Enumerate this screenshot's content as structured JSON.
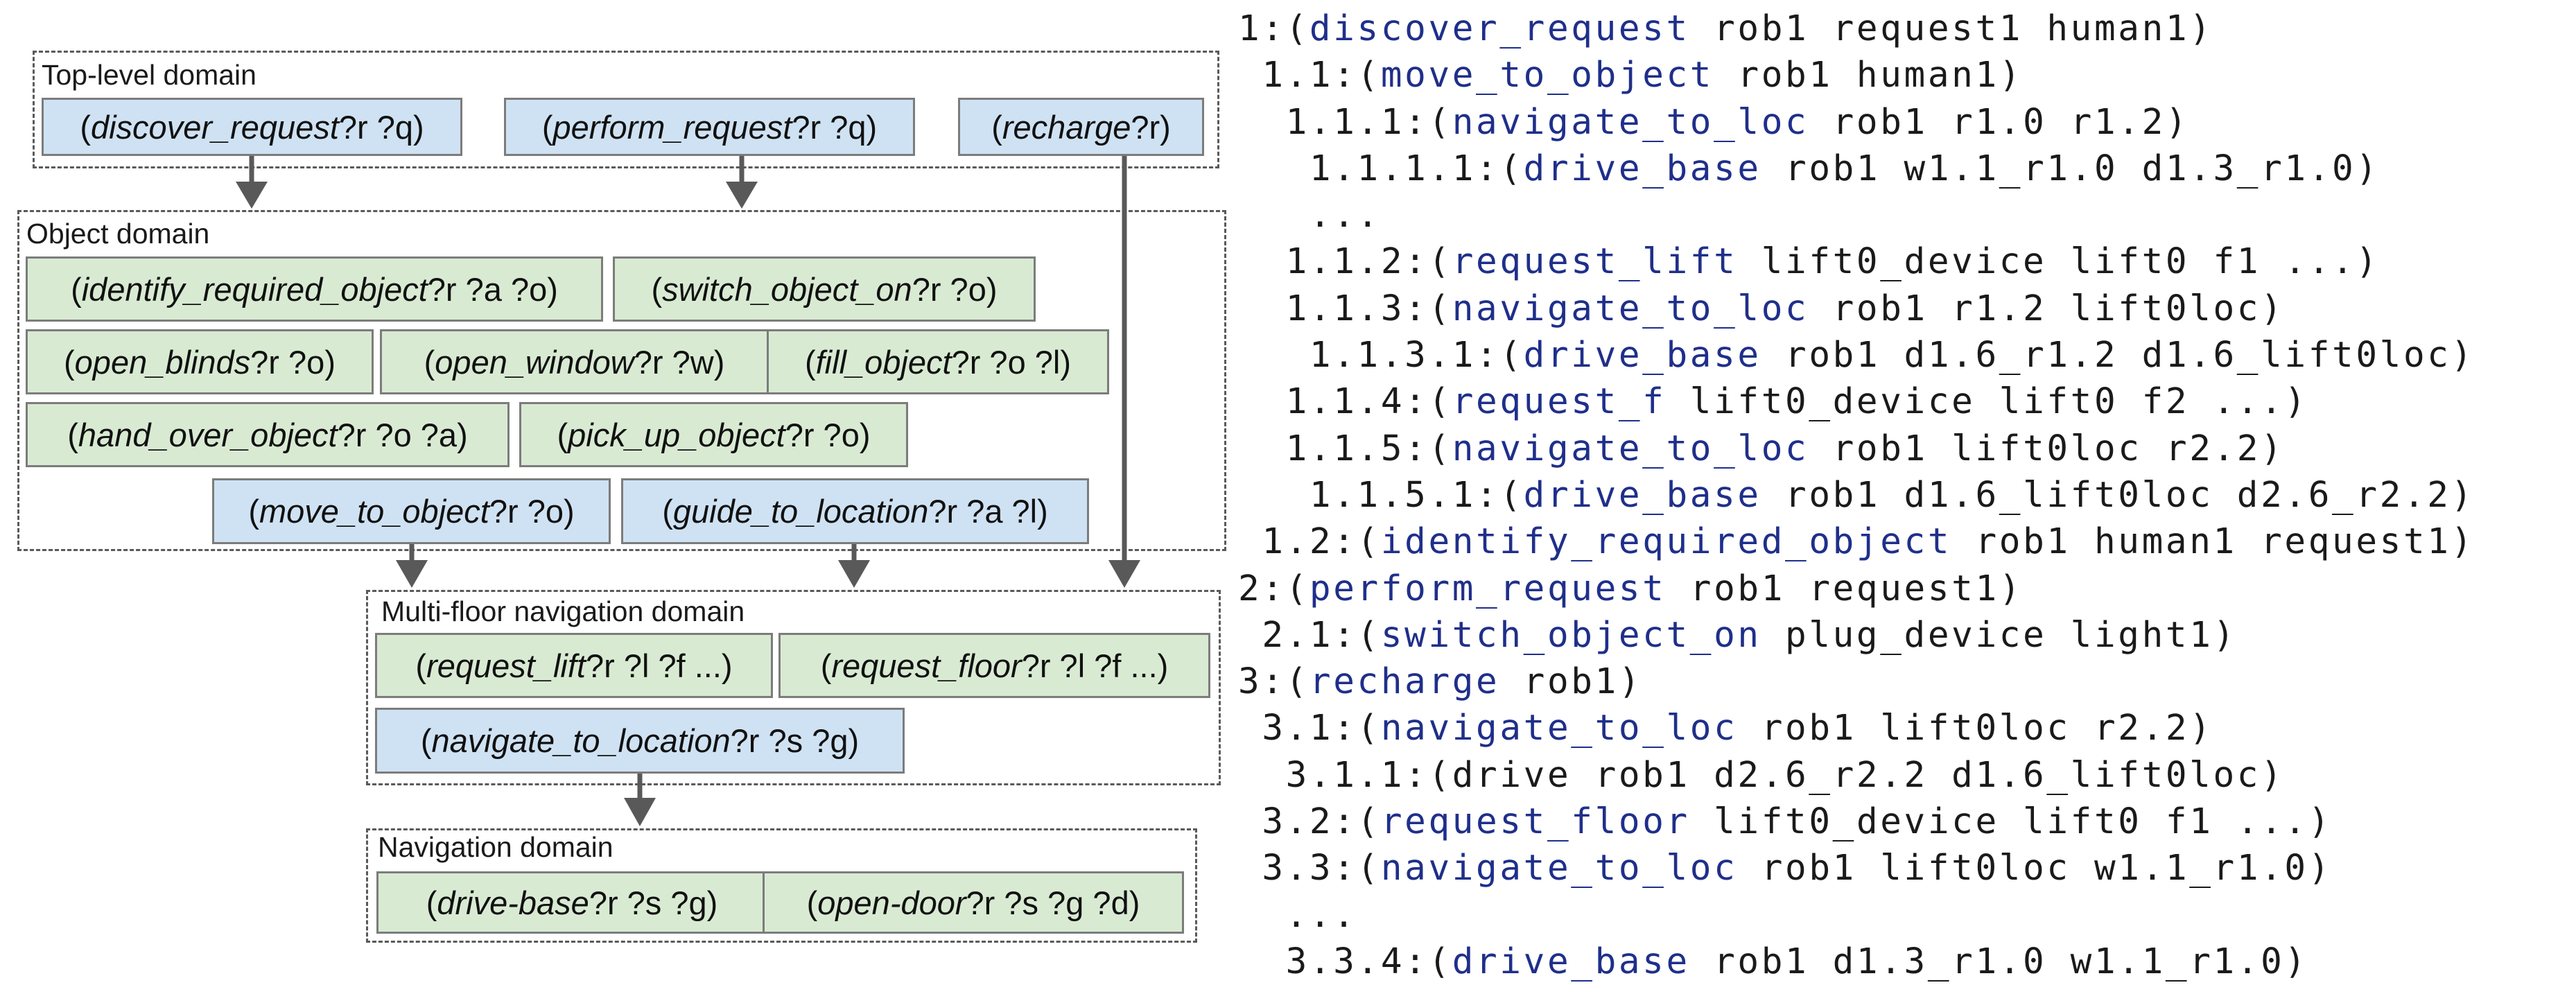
{
  "domains": {
    "top": {
      "title": "Top-level domain",
      "tasks": [
        {
          "name": "discover_request",
          "params": " ?r ?q",
          "color": "blue"
        },
        {
          "name": "perform_request",
          "params": " ?r ?q",
          "color": "blue"
        },
        {
          "name": "recharge",
          "params": " ?r",
          "color": "blue"
        }
      ]
    },
    "object": {
      "title": "Object domain",
      "tasks": [
        {
          "name": "identify_required_object",
          "params": " ?r ?a ?o",
          "color": "green"
        },
        {
          "name": "switch_object_on",
          "params": " ?r ?o",
          "color": "green"
        },
        {
          "name": "open_blinds",
          "params": " ?r ?o",
          "color": "green"
        },
        {
          "name": "open_window",
          "params": " ?r ?w",
          "color": "green"
        },
        {
          "name": "fill_object",
          "params": " ?r ?o ?l",
          "color": "green"
        },
        {
          "name": "hand_over_object",
          "params": " ?r ?o ?a",
          "color": "green"
        },
        {
          "name": "pick_up_object",
          "params": " ?r ?o",
          "color": "green"
        },
        {
          "name": "move_to_object",
          "params": " ?r ?o",
          "color": "blue"
        },
        {
          "name": "guide_to_location",
          "params": " ?r ?a ?l",
          "color": "blue"
        }
      ]
    },
    "multifloor": {
      "title": "Multi-floor navigation domain",
      "tasks": [
        {
          "name": "request_lift",
          "params": " ?r ?l ?f ...",
          "color": "green"
        },
        {
          "name": "request_floor",
          "params": " ?r ?l ?f ...",
          "color": "green"
        },
        {
          "name": "navigate_to_location",
          "params": " ?r ?s ?g",
          "color": "blue"
        }
      ]
    },
    "navigation": {
      "title": "Navigation domain",
      "tasks": [
        {
          "name": "drive-base",
          "params": " ?r ?s ?g",
          "color": "green"
        },
        {
          "name": "open-door",
          "params": " ?r ?s ?g ?d",
          "color": "green"
        }
      ]
    }
  },
  "trace": [
    {
      "indent": "",
      "prefix": "1:(",
      "action": "discover_request",
      "args": " rob1 request1 human1)"
    },
    {
      "indent": " ",
      "prefix": "1.1:(",
      "action": "move_to_object",
      "args": " rob1 human1)"
    },
    {
      "indent": "  ",
      "prefix": "1.1.1:(",
      "action": "navigate_to_loc",
      "args": " rob1 r1.0 r1.2)"
    },
    {
      "indent": "   ",
      "prefix": "1.1.1.1:(",
      "action": "drive_base",
      "args": " rob1 w1.1_r1.0 d1.3_r1.0)"
    },
    {
      "indent": "   ",
      "prefix": "...",
      "action": "",
      "args": ""
    },
    {
      "indent": "  ",
      "prefix": "1.1.2:(",
      "action": "request_lift",
      "args": " lift0_device lift0 f1 ...)"
    },
    {
      "indent": "  ",
      "prefix": "1.1.3:(",
      "action": "navigate_to_loc",
      "args": " rob1 r1.2 lift0loc)"
    },
    {
      "indent": "   ",
      "prefix": "1.1.3.1:(",
      "action": "drive_base",
      "args": " rob1 d1.6_r1.2 d1.6_lift0loc)"
    },
    {
      "indent": "  ",
      "prefix": "1.1.4:(",
      "action": "request_f",
      "args": " lift0_device lift0 f2 ...)"
    },
    {
      "indent": "  ",
      "prefix": "1.1.5:(",
      "action": "navigate_to_loc",
      "args": " rob1 lift0loc r2.2)"
    },
    {
      "indent": "   ",
      "prefix": "1.1.5.1:(",
      "action": "drive_base",
      "args": " rob1 d1.6_lift0loc d2.6_r2.2)"
    },
    {
      "indent": " ",
      "prefix": "1.2:(",
      "action": "identify_required_object",
      "args": " rob1 human1 request1)"
    },
    {
      "indent": "",
      "prefix": "2:(",
      "action": "perform_request",
      "args": " rob1 request1)"
    },
    {
      "indent": " ",
      "prefix": "2.1:(",
      "action": "switch_object_on",
      "args": " plug_device light1)"
    },
    {
      "indent": "",
      "prefix": "3:(",
      "action": "recharge",
      "args": " rob1)"
    },
    {
      "indent": " ",
      "prefix": "3.1:(",
      "action": "navigate_to_loc",
      "args": " rob1 lift0loc r2.2)"
    },
    {
      "indent": "  ",
      "prefix": "3.1.1:(drive rob1 d2.6_r2.2 d1.6_lift0loc)",
      "action": "",
      "args": ""
    },
    {
      "indent": " ",
      "prefix": "3.2:(",
      "action": "request_floor",
      "args": " lift0_device lift0 f1 ...)"
    },
    {
      "indent": " ",
      "prefix": "3.3:(",
      "action": "navigate_to_loc",
      "args": " rob1 lift0loc w1.1_r1.0)"
    },
    {
      "indent": "  ",
      "prefix": "...",
      "action": "",
      "args": ""
    },
    {
      "indent": "  ",
      "prefix": "3.3.4:(",
      "action": "drive_base",
      "args": " rob1 d1.3_r1.0 w1.1_r1.0)"
    }
  ],
  "colors": {
    "blue_task": "#cfe2f3",
    "green_task": "#d9ead3",
    "trace_action": "#1f2f8a",
    "arrow": "#595959"
  }
}
